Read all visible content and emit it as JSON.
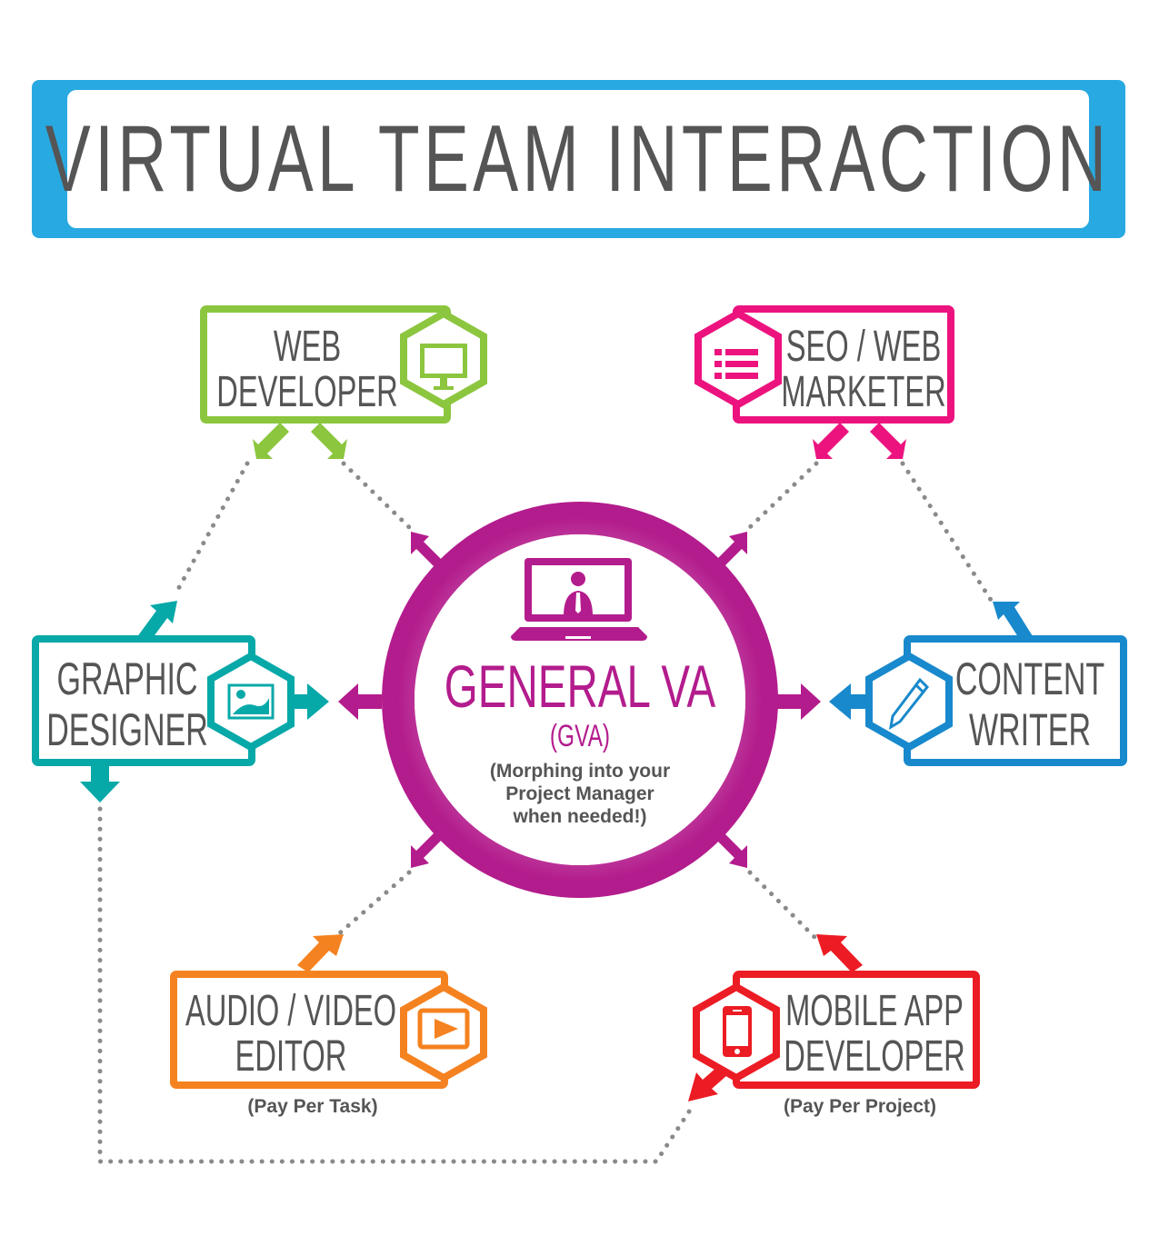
{
  "title": "VIRTUAL TEAM INTERACTION",
  "colors": {
    "title_bar": "#29a9e1",
    "text": "#555555",
    "center": "#b31c8d",
    "web_developer": "#8cc63f",
    "seo_marketer": "#ec137f",
    "graphic_designer": "#07a8a8",
    "content_writer": "#1889cc",
    "audio_video": "#f58220",
    "mobile_app": "#ec1c24",
    "dotted_line": "#8a8a8a"
  },
  "center": {
    "icon": "laptop-user-icon",
    "title": "GENERAL VA",
    "abbrev": "(GVA)",
    "note_lines": [
      "(Morphing into your",
      "Project Manager",
      "when needed!)"
    ]
  },
  "roles": [
    {
      "id": "web-developer",
      "lines": [
        "WEB",
        "DEVELOPER"
      ],
      "icon": "monitor-icon",
      "note": ""
    },
    {
      "id": "seo-web-marketer",
      "lines": [
        "SEO / WEB",
        "MARKETER"
      ],
      "icon": "list-icon",
      "note": ""
    },
    {
      "id": "graphic-designer",
      "lines": [
        "GRAPHIC",
        "DESIGNER"
      ],
      "icon": "image-icon",
      "note": ""
    },
    {
      "id": "content-writer",
      "lines": [
        "CONTENT",
        "WRITER"
      ],
      "icon": "pencil-icon",
      "note": ""
    },
    {
      "id": "audio-video-editor",
      "lines": [
        "AUDIO / VIDEO",
        "EDITOR"
      ],
      "icon": "play-icon",
      "note": "(Pay Per Task)"
    },
    {
      "id": "mobile-app-developer",
      "lines": [
        "MOBILE APP",
        "DEVELOPER"
      ],
      "icon": "smartphone-icon",
      "note": "(Pay Per Project)"
    }
  ]
}
